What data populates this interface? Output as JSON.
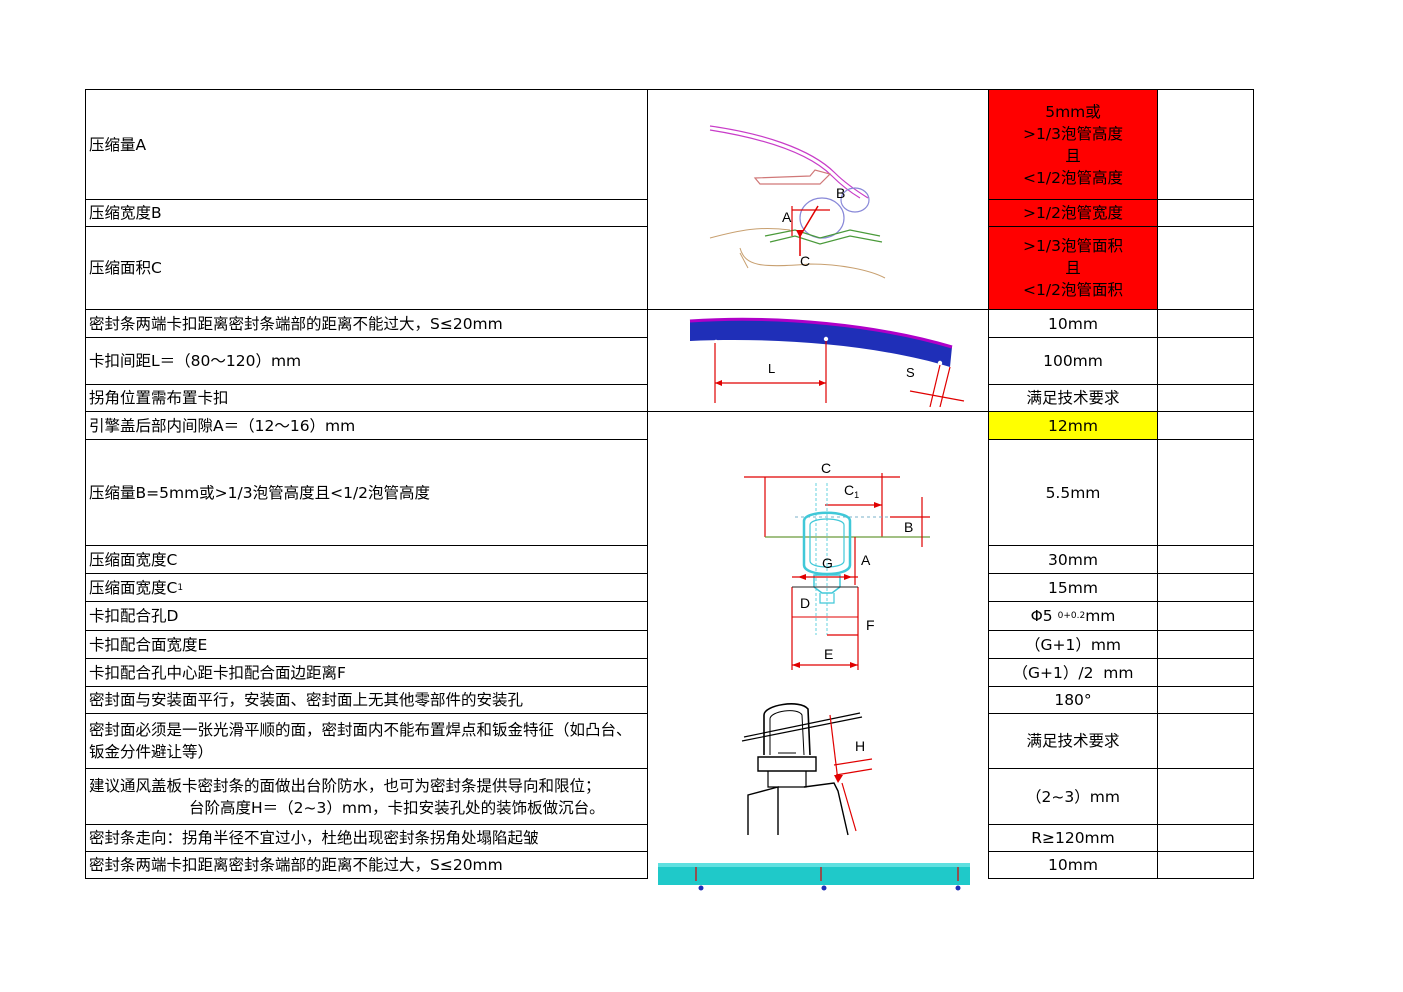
{
  "rows": [
    {
      "label": "压缩量A",
      "value": "5mm或\n>1/3泡管高度\n且\n<1/2泡管高度",
      "highlight": "red"
    },
    {
      "label": "压缩宽度B",
      "value": ">1/2泡管宽度",
      "highlight": "red"
    },
    {
      "label": "压缩面积C",
      "value": ">1/3泡管面积\n且\n<1/2泡管面积",
      "highlight": "red"
    },
    {
      "label": "密封条两端卡扣距离密封条端部的距离不能过大，S≤20mm",
      "value": "10mm"
    },
    {
      "label": "卡扣间距L＝（80～120）mm",
      "value": "100mm"
    },
    {
      "label": "拐角位置需布置卡扣",
      "value": "满足技术要求"
    },
    {
      "label": "引擎盖后部内间隙A＝（12～16）mm",
      "value": "12mm",
      "highlight": "yellow"
    },
    {
      "label": "压缩量B=5mm或>1/3泡管高度且<1/2泡管高度",
      "value": "5.5mm"
    },
    {
      "label": "压缩面宽度C",
      "value": "30mm"
    },
    {
      "label_main": "压缩面宽度C",
      "label_sub": "1",
      "value": "15mm"
    },
    {
      "label": "卡扣配合孔D",
      "value_main": "Φ5",
      "value_sub": "0",
      "value_sup": "+0.2",
      "value_unit": "mm"
    },
    {
      "label": "卡扣配合面宽度E",
      "value": "（G+1）mm"
    },
    {
      "label": "卡扣配合孔中心距卡扣配合面边距离F",
      "value": "（G+1）/2  mm"
    },
    {
      "label": "密封面与安装面平行，安装面、密封面上无其他零部件的安装孔",
      "value": "180°"
    },
    {
      "label": "密封面必须是一张光滑平顺的面，密封面内不能布置焊点和钣金特征（如凸台、钣金分件避让等）",
      "value": "满足技术要求"
    },
    {
      "label_line1": "建议通风盖板卡密封条的面做出台阶防水，也可为密封条提供导向和限位；",
      "label_line2": "台阶高度H＝（2~3）mm，卡扣安装孔处的装饰板做沉台。",
      "value": "（2~3）mm"
    },
    {
      "label": "密封条走向：拐角半径不宜过小，杜绝出现密封条拐角处塌陷起皱",
      "value": "R≥120mm"
    },
    {
      "label": "密封条两端卡扣距离密封条端部的距离不能过大，S≤20mm",
      "value": "10mm"
    }
  ],
  "figures": {
    "fig1": {
      "A": "A",
      "B": "B",
      "C": "C"
    },
    "fig2": {
      "L": "L",
      "S": "S"
    },
    "fig3": {
      "C": "C",
      "C1_main": "C",
      "C1_sub": "1",
      "B": "B",
      "A": "A",
      "G": "G",
      "D": "D",
      "F": "F",
      "E": "E"
    },
    "fig4": {
      "H": "H"
    }
  },
  "colors": {
    "highlight_red": "#ff0000",
    "highlight_yellow": "#ffff00",
    "seal_blue": "#1f2fb8",
    "seal_purple": "#b000c8",
    "cyan_bar": "#1fc9c9",
    "dim_red": "#e00000"
  }
}
